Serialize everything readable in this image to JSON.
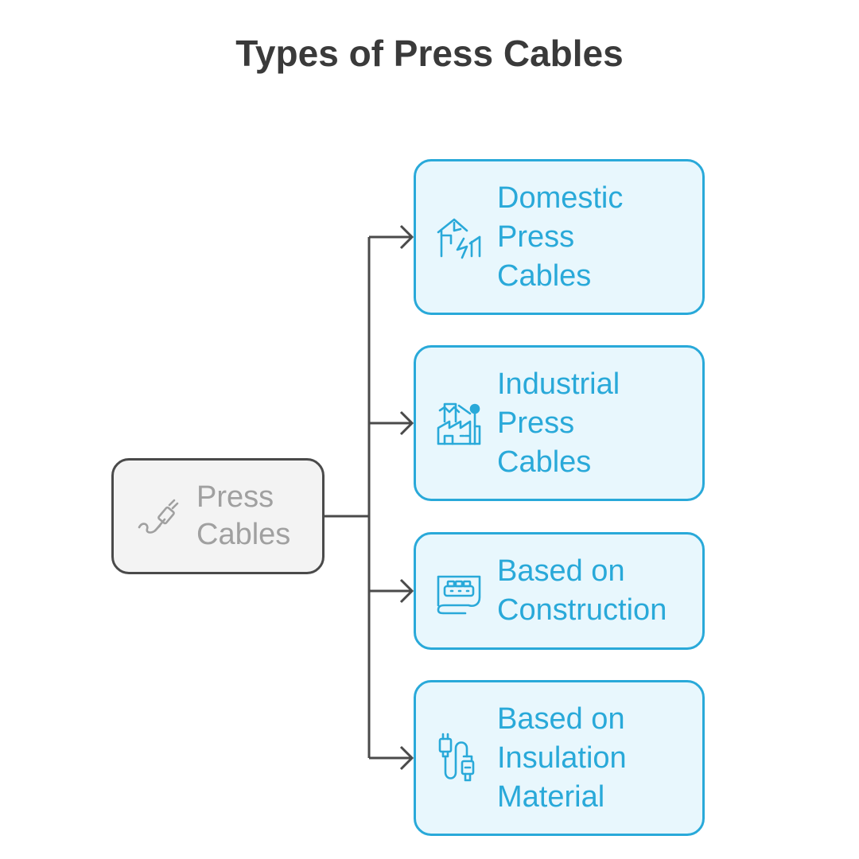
{
  "title": "Types of Press Cables",
  "root": {
    "icon": "cable-plug-icon",
    "label_lines": [
      "Press",
      "Cables"
    ]
  },
  "children": [
    {
      "icon": "house-lightning-icon",
      "label_lines": [
        "Domestic",
        "Press",
        "Cables"
      ]
    },
    {
      "icon": "factory-icon",
      "label_lines": [
        "Industrial",
        "Press",
        "Cables"
      ]
    },
    {
      "icon": "cable-construction-icon",
      "label_lines": [
        "Based on",
        "Construction"
      ]
    },
    {
      "icon": "cable-connectors-icon",
      "label_lines": [
        "Based on",
        "Insulation",
        "Material"
      ]
    }
  ],
  "colors": {
    "accent": "#29a9d9",
    "child_fill": "#e8f7fd",
    "root_border": "#4a4a4a",
    "root_fill": "#f3f3f3",
    "root_text": "#a0a0a0",
    "title_text": "#3a3a3a",
    "connector": "#4a4a4a"
  }
}
